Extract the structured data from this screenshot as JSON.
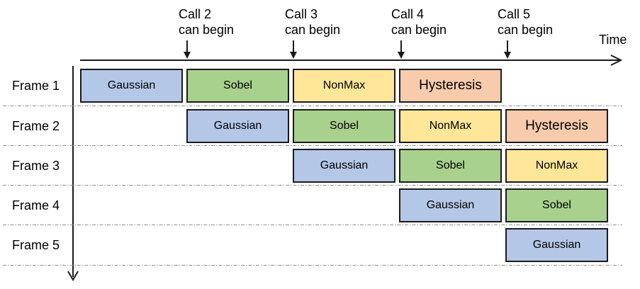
{
  "diagram": {
    "time_label": "Time",
    "call_annotations": [
      {
        "line1": "Call 2",
        "line2": "can begin"
      },
      {
        "line1": "Call 3",
        "line2": "can begin"
      },
      {
        "line1": "Call 4",
        "line2": "can begin"
      },
      {
        "line1": "Call 5",
        "line2": "can begin"
      }
    ],
    "frames": [
      "Frame 1",
      "Frame 2",
      "Frame 3",
      "Frame 4",
      "Frame 5"
    ],
    "stages": [
      "Gaussian",
      "Sobel",
      "NonMax",
      "Hysteresis"
    ],
    "colors": {
      "gaussian_fill": "#B4C7E7",
      "sobel_fill": "#A9D18E",
      "nonmax_fill": "#FFE699",
      "hysteresis_fill": "#F8CBAD",
      "box_border": "#1A1A1A",
      "axis": "#1A1A1A",
      "separator": "#8F8F8F",
      "background": "#FFFFFF",
      "text": "#000000"
    },
    "schedule": [
      {
        "frame": "Frame 1",
        "tasks": [
          {
            "stage": "Gaussian",
            "slot": 1
          },
          {
            "stage": "Sobel",
            "slot": 2
          },
          {
            "stage": "NonMax",
            "slot": 3
          },
          {
            "stage": "Hysteresis",
            "slot": 4
          }
        ]
      },
      {
        "frame": "Frame 2",
        "tasks": [
          {
            "stage": "Gaussian",
            "slot": 2
          },
          {
            "stage": "Sobel",
            "slot": 3
          },
          {
            "stage": "NonMax",
            "slot": 4
          },
          {
            "stage": "Hysteresis",
            "slot": 5
          }
        ]
      },
      {
        "frame": "Frame 3",
        "tasks": [
          {
            "stage": "Gaussian",
            "slot": 3
          },
          {
            "stage": "Sobel",
            "slot": 4
          },
          {
            "stage": "NonMax",
            "slot": 5
          }
        ]
      },
      {
        "frame": "Frame 4",
        "tasks": [
          {
            "stage": "Gaussian",
            "slot": 4
          },
          {
            "stage": "Sobel",
            "slot": 5
          }
        ]
      },
      {
        "frame": "Frame 5",
        "tasks": [
          {
            "stage": "Gaussian",
            "slot": 5
          }
        ]
      }
    ]
  }
}
